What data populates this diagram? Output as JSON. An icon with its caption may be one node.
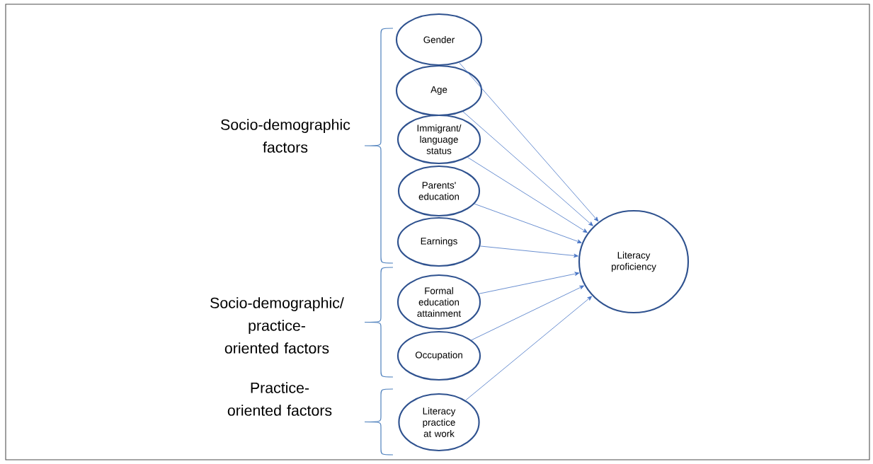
{
  "diagram": {
    "nodes": [
      {
        "text": [
          "Gender"
        ]
      },
      {
        "text": [
          "Age"
        ]
      },
      {
        "text": [
          "Immigrant/ language status"
        ]
      },
      {
        "text": [
          "Parents' education"
        ]
      },
      {
        "text": [
          "Earnings"
        ]
      },
      {
        "text": [
          "Formal education attainment"
        ]
      },
      {
        "text": [
          "Occupation"
        ]
      },
      {
        "text": [
          "Literacy practice at work"
        ]
      },
      {
        "text": [
          "Literacy proficiency"
        ]
      }
    ],
    "edges": [
      {
        "from": 0,
        "to": 8,
        "arrow": "to"
      },
      {
        "from": 1,
        "to": 8,
        "arrow": "to"
      },
      {
        "from": 2,
        "to": 8,
        "arrow": "to"
      },
      {
        "from": 3,
        "to": 8,
        "arrow": "to"
      },
      {
        "from": 4,
        "to": 8,
        "arrow": "to"
      },
      {
        "from": 5,
        "to": 8,
        "arrow": "to"
      },
      {
        "from": 6,
        "to": 8,
        "arrow": "to"
      },
      {
        "from": 7,
        "to": 8,
        "arrow": "to"
      }
    ],
    "labels": [
      "Socio-demographic factors",
      "Socio-demographic/ practice-oriented factors",
      "Practice-oriented factors"
    ]
  }
}
